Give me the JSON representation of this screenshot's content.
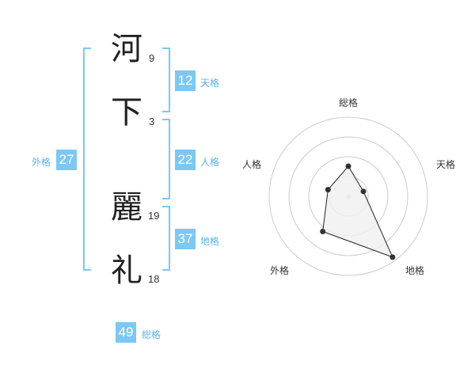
{
  "name": {
    "chars": [
      {
        "char": "河",
        "strokes": "9"
      },
      {
        "char": "下",
        "strokes": "3"
      },
      {
        "char": "麗",
        "strokes": "19"
      },
      {
        "char": "礼",
        "strokes": "18"
      }
    ]
  },
  "fortune": {
    "tenkaku": {
      "value": "12",
      "label": "天格"
    },
    "jinkaku": {
      "value": "22",
      "label": "人格"
    },
    "chikaku": {
      "value": "37",
      "label": "地格"
    },
    "gaikaku": {
      "value": "27",
      "label": "外格"
    },
    "soukaku": {
      "value": "49",
      "label": "総格"
    }
  },
  "chart_data": {
    "type": "radar",
    "axes": [
      "総格",
      "天格",
      "地格",
      "外格",
      "人格"
    ],
    "values": [
      0.38,
      0.2,
      0.95,
      0.55,
      0.27
    ],
    "rings": 4,
    "colors": {
      "accent": "#7cc8f4",
      "fill": "#f0f0f0",
      "grid": "#cccccc",
      "line": "#222222"
    }
  }
}
